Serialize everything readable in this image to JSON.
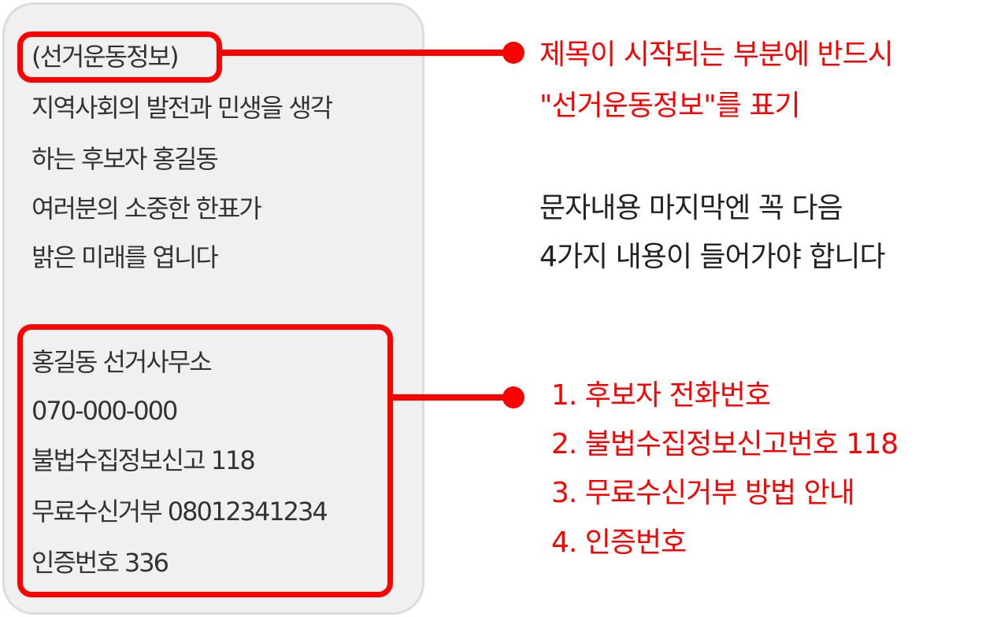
{
  "message": {
    "title_tag": "(선거운동정보)",
    "body_lines": [
      "지역사회의 발전과 민생을 생각",
      "하는 후보자 홍길동",
      "여러분의 소중한 한표가",
      "밝은 미래를 엽니다"
    ],
    "footer_lines": [
      "홍길동 선거사무소",
      "070-000-000",
      "불법수집정보신고 118",
      "무료수신거부 08012341234",
      "인증번호 336"
    ]
  },
  "annotations": {
    "title_note": [
      "제목이 시작되는 부분에 반드시",
      "\"선거운동정보\"를 표기"
    ],
    "ending_note": [
      "문자내용 마지막엔 꼭 다음",
      "4가지 내용이 들어가야 합니다"
    ],
    "required_items": [
      "1.  후보자 전화번호",
      "2.  불법수집정보신고번호 118",
      "3.  무료수신거부 방법 안내",
      "4.  인증번호"
    ]
  },
  "colors": {
    "accent": "#ff0000",
    "panel": "#f0f0f0"
  }
}
